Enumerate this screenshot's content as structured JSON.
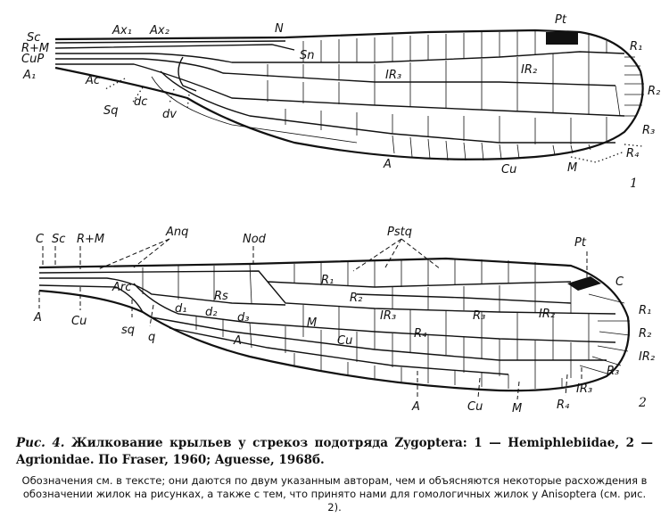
{
  "figure": {
    "wing1": {
      "labels": {
        "sc": "Sc",
        "rm": "R+M",
        "cup": "CuP",
        "a1": "A₁",
        "ax1": "Ax₁",
        "ax2": "Ax₂",
        "n": "N",
        "sn": "Sn",
        "ac": "Ac",
        "sq": "Sq",
        "dc": "dc",
        "dv": "dv",
        "ir3": "IR₃",
        "ir2": "IR₂",
        "pt": "Pt",
        "r1": "R₁",
        "r2": "R₂",
        "r3": "R₃",
        "r4": "R₄",
        "a": "A",
        "cu": "Cu",
        "m": "M"
      },
      "number": "1"
    },
    "wing2": {
      "labels": {
        "c": "C",
        "sc": "Sc",
        "rm": "R+M",
        "anq": "Anq",
        "nod": "Nod",
        "pstq": "Pstq",
        "pt": "Pt",
        "c2": "C",
        "arc": "Arc",
        "rs": "Rs",
        "r1": "R₁",
        "r2": "R₂",
        "ir3": "IR₃",
        "r3": "R₃",
        "ir2": "IR₂",
        "d1": "d₁",
        "d2": "d₂",
        "d3": "d₃",
        "m": "M",
        "r4": "R₄",
        "a_left": "A",
        "cu_left": "Cu",
        "sq": "sq",
        "q": "q",
        "a_mid": "A",
        "cu_mid": "Cu",
        "a_bottom": "A",
        "cu_bottom": "Cu",
        "m_bottom": "M",
        "r4_bottom": "R₄",
        "ir3_bottom": "IR₃",
        "r3_right": "R₃",
        "ir2_right": "IR₂",
        "r2_right": "R₂",
        "r1_right": "R₁"
      },
      "number": "2"
    }
  },
  "caption": {
    "fig_label": "Рис. 4.",
    "title": "Жилкование крыльев у стрекоз подотряда Zygoptera: 1 — Hemiphlebiidae, 2 — Agrionidae. По Fraser, 1960; Aguesse, 1968б.",
    "note": "Обозначения см. в тексте; они даются по двум указанным авторам, чем и объясняются некоторые расхождения в обозначении жилок на рисунках, а также с тем, что принято нами для гомологичных жилок у Anisoptera (см. рис. 2)."
  }
}
